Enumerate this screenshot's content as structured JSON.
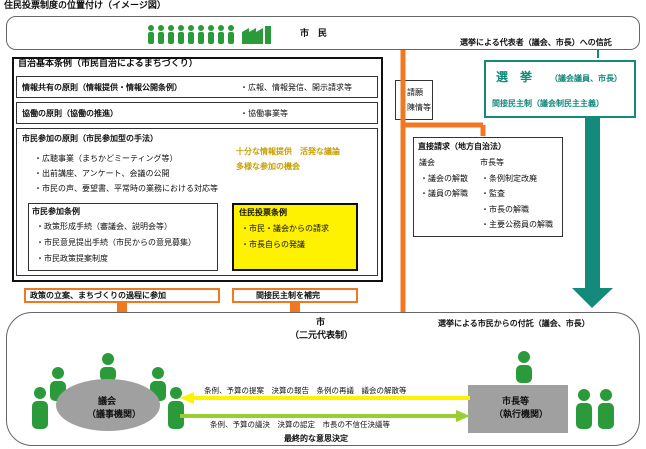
{
  "title": "住民投票制度の位置付け（イメージ図）",
  "citizens": {
    "label": "市　民"
  },
  "trust_top": "選挙による代表者（議会、市長）への信託",
  "election": {
    "title": "選　挙",
    "title_sub": "（議会議員、市長）",
    "indirect": "間接民主制（議会制民主主義）"
  },
  "autonomy": {
    "title": "自治基本条例（市民自治によるまちづくり）",
    "info_sharing": {
      "title": "情報共有の原則（情報提供・情報公開条例）",
      "items": "・広報、情報発信、開示請求等"
    },
    "cooperation": {
      "title": "協働の原則（協働の推進）",
      "items": "・協働事業等"
    },
    "participation": {
      "title": "市民参加の原則（市民参加型の手法）",
      "items": [
        "・広聴事業（まちかどミーティング等）",
        "・出前講座、アンケート、会議の公開",
        "・市民の声、要望書、平常時の業務における対応等"
      ],
      "highlight": [
        "十分な情報提供　活発な議論",
        "多様な参加の機会"
      ],
      "ordinance": {
        "title": "市民参加条例",
        "items": [
          "・政策形成手続（審議会、説明会等）",
          "・市民意見提出手続（市民からの意見募集）",
          "・市民政策提案制度"
        ]
      },
      "referendum": {
        "title": "住民投票条例",
        "items": [
          "・市民・議会からの請求",
          "・市長自らの発議"
        ]
      }
    }
  },
  "petition": [
    "・請願",
    "・陳情等"
  ],
  "direct": {
    "title": "直接請求（地方自治法）",
    "col1_head": "議会",
    "col1_items": [
      "・議会の解散",
      "・議員の解職"
    ],
    "col2_head": "市長等",
    "col2_items": [
      "・条例制定改廃",
      "・監査",
      "・市長の解職",
      "・主要公務員の解職"
    ]
  },
  "bottom_labels": {
    "policy": "政策の立案、まちづくりの過程に参加",
    "supplement": "間接民主制を補完"
  },
  "trust_bottom": "選挙による市民からの付託（議会、市長）",
  "city": {
    "title": "市",
    "sub": "（二元代表制）"
  },
  "assembly": {
    "title": "議会",
    "sub": "（議事機関）"
  },
  "mayor": {
    "title": "市長等",
    "sub": "（執行機関）"
  },
  "arrow_left": "条例、予算の提案　決算の報告　条例の再議　議会の解散等",
  "arrow_right": "条例、予算の議決　決算の認定　市長の不信任決議等",
  "decision": "最終的な意思決定",
  "colors": {
    "orange": "#f07820",
    "teal": "#138a7a",
    "green": "#2a9a3a",
    "lime": "#9acd32",
    "yellow": "#fff200"
  }
}
